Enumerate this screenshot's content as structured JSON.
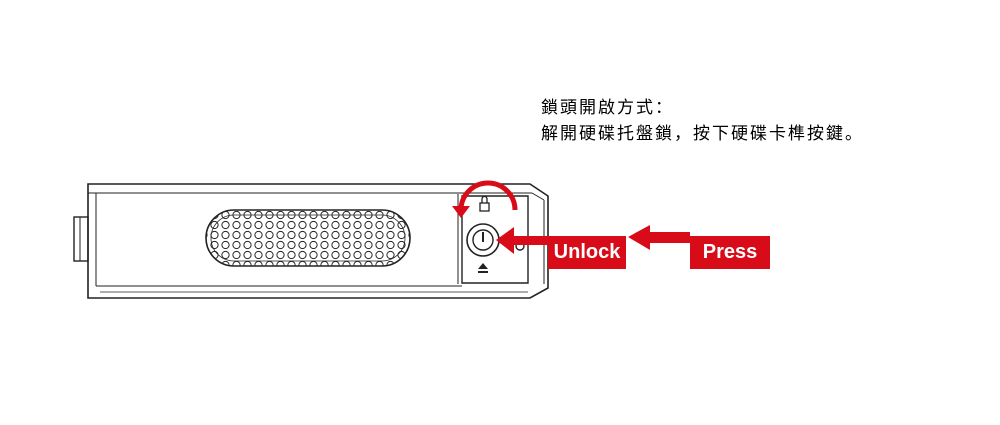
{
  "caption": {
    "line1": "鎖頭開啟方式：",
    "line2": "解開硬碟托盤鎖，按下硬碟卡榫按鍵。"
  },
  "labels": {
    "unlock": "Unlock",
    "press": "Press"
  },
  "colors": {
    "accent": "#d80c18",
    "outline": "#222222",
    "background": "#ffffff"
  },
  "icons": [
    "padlock-icon",
    "eject-icon",
    "rotate-arrow-icon",
    "left-arrow-icon"
  ]
}
